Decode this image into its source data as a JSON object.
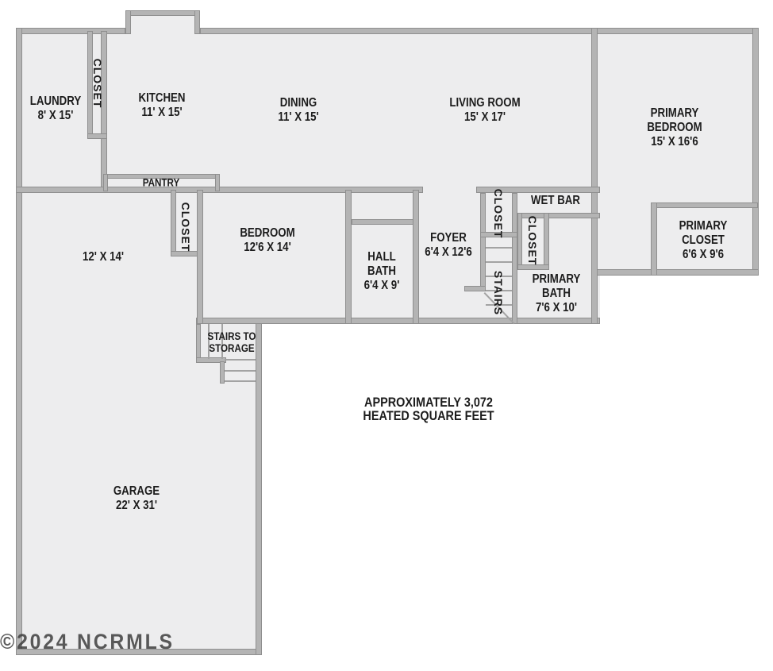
{
  "plan_title": "Residential floor plan",
  "palette": {
    "background": "#ffffff",
    "floor": "#ededee",
    "wall_fill": "#b4b4b4",
    "wall_edge": "#8f8f8f",
    "text": "#1c1c1c",
    "watermark": "#3f3f3f"
  },
  "rooms": [
    {
      "id": "laundry",
      "lines": [
        "LAUNDRY",
        "8' X 15'"
      ]
    },
    {
      "id": "kitchen",
      "lines": [
        "KITCHEN",
        "11' X 15'"
      ]
    },
    {
      "id": "dining",
      "lines": [
        "DINING",
        "11' X 15'"
      ]
    },
    {
      "id": "living-room",
      "lines": [
        "LIVING ROOM",
        "15' X 17'"
      ]
    },
    {
      "id": "primary-bedroom",
      "lines": [
        "PRIMARY",
        "BEDROOM",
        "15' X 16'6"
      ]
    },
    {
      "id": "bedroom",
      "lines": [
        "BEDROOM",
        "12'6 X 14'"
      ]
    },
    {
      "id": "hall-bath",
      "lines": [
        "HALL",
        "BATH",
        "6'4 X 9'"
      ]
    },
    {
      "id": "foyer",
      "lines": [
        "FOYER",
        "6'4 X 12'6"
      ]
    },
    {
      "id": "primary-bath",
      "lines": [
        "PRIMARY",
        "BATH",
        "7'6 X 10'"
      ]
    },
    {
      "id": "primary-closet",
      "lines": [
        "PRIMARY",
        "CLOSET",
        "6'6 X 9'6"
      ]
    },
    {
      "id": "flex-room",
      "lines": [
        "12' X 14'"
      ]
    },
    {
      "id": "garage",
      "lines": [
        "GARAGE",
        "22' X 31'"
      ]
    },
    {
      "id": "stairs-to-storage",
      "lines": [
        "STAIRS TO",
        "STORAGE"
      ]
    },
    {
      "id": "wet-bar",
      "lines": [
        "WET BAR"
      ]
    },
    {
      "id": "pantry",
      "lines": [
        "PANTRY"
      ]
    }
  ],
  "vertical_labels": [
    {
      "id": "closet-laundry",
      "text": "CLOSET"
    },
    {
      "id": "closet-bedroom",
      "text": "CLOSET"
    },
    {
      "id": "closet-foyer",
      "text": "CLOSET"
    },
    {
      "id": "closet-wetbar",
      "text": "CLOSET"
    },
    {
      "id": "stairs",
      "text": "STAIRS"
    }
  ],
  "annotation": {
    "line1": "APPROXIMATELY 3,072",
    "line2": "HEATED SQUARE FEET"
  },
  "watermark": "©2024 NCRMLS"
}
